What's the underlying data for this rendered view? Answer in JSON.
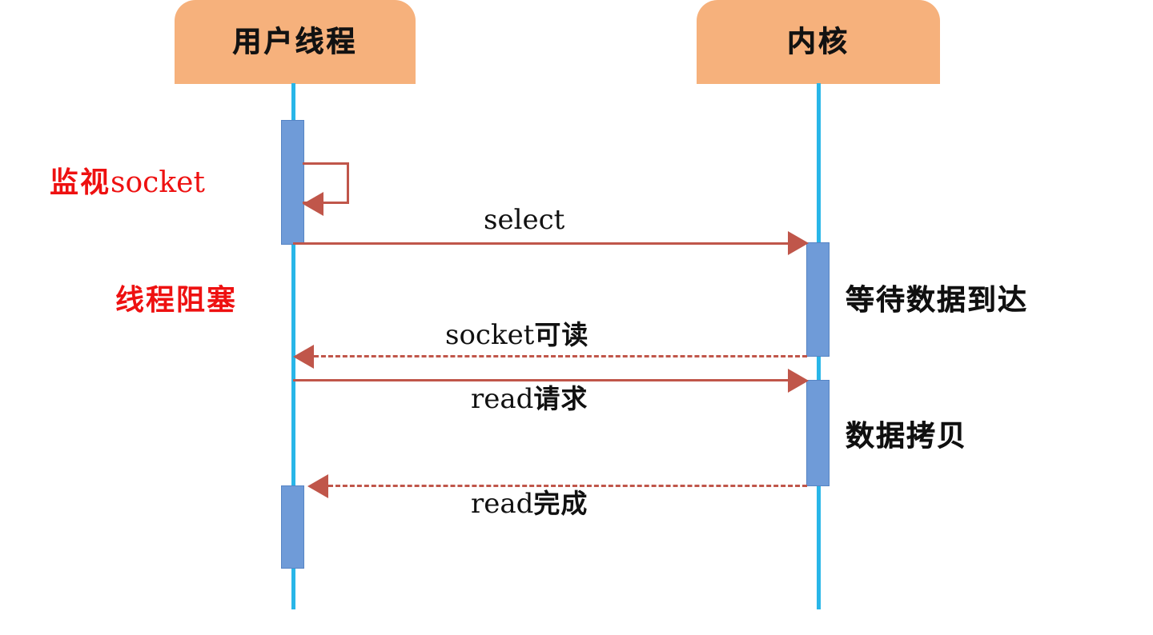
{
  "diagram": {
    "type": "sequence-diagram",
    "title_visible": false,
    "colors": {
      "participant_fill": "#f6b17c",
      "lifeline": "#29b6e8",
      "activation_fill": "#6f9bd8",
      "activation_border": "#5684c4",
      "message_arrow": "#c0564a",
      "note_red": "#ee1111",
      "note_black": "#101010",
      "background": "#ffffff"
    },
    "participants": [
      {
        "id": "user",
        "label": "用户线程"
      },
      {
        "id": "kernel",
        "label": "内核"
      }
    ],
    "messages": [
      {
        "id": "m0",
        "label": "监视socket",
        "from": "user",
        "to": "user",
        "style": "self-loop-solid"
      },
      {
        "id": "m1",
        "label": "select",
        "from": "user",
        "to": "kernel",
        "style": "solid"
      },
      {
        "id": "m2",
        "label": "socket可读",
        "from": "kernel",
        "to": "user",
        "style": "dashed"
      },
      {
        "id": "m3",
        "label": "read请求",
        "from": "user",
        "to": "kernel",
        "style": "solid"
      },
      {
        "id": "m4",
        "label": "read完成",
        "from": "kernel",
        "to": "user",
        "style": "dashed"
      }
    ],
    "message_labels": {
      "select": {
        "latin": "select",
        "cjk": ""
      },
      "socket_readable": {
        "latin": "socket",
        "cjk": "可读"
      },
      "read_request": {
        "latin": "read",
        "cjk": "请求"
      },
      "read_complete": {
        "latin": "read",
        "cjk": "完成"
      }
    },
    "notes_left": [
      {
        "id": "n1",
        "latin": "socket",
        "cjk": "监视",
        "color": "#ee1111"
      },
      {
        "id": "n2",
        "latin": "",
        "cjk": "线程阻塞",
        "color": "#ee1111"
      }
    ],
    "notes_right": [
      {
        "id": "n3",
        "label": "等待数据到达",
        "color": "#101010"
      },
      {
        "id": "n4",
        "label": "数据拷贝",
        "color": "#101010"
      }
    ]
  }
}
